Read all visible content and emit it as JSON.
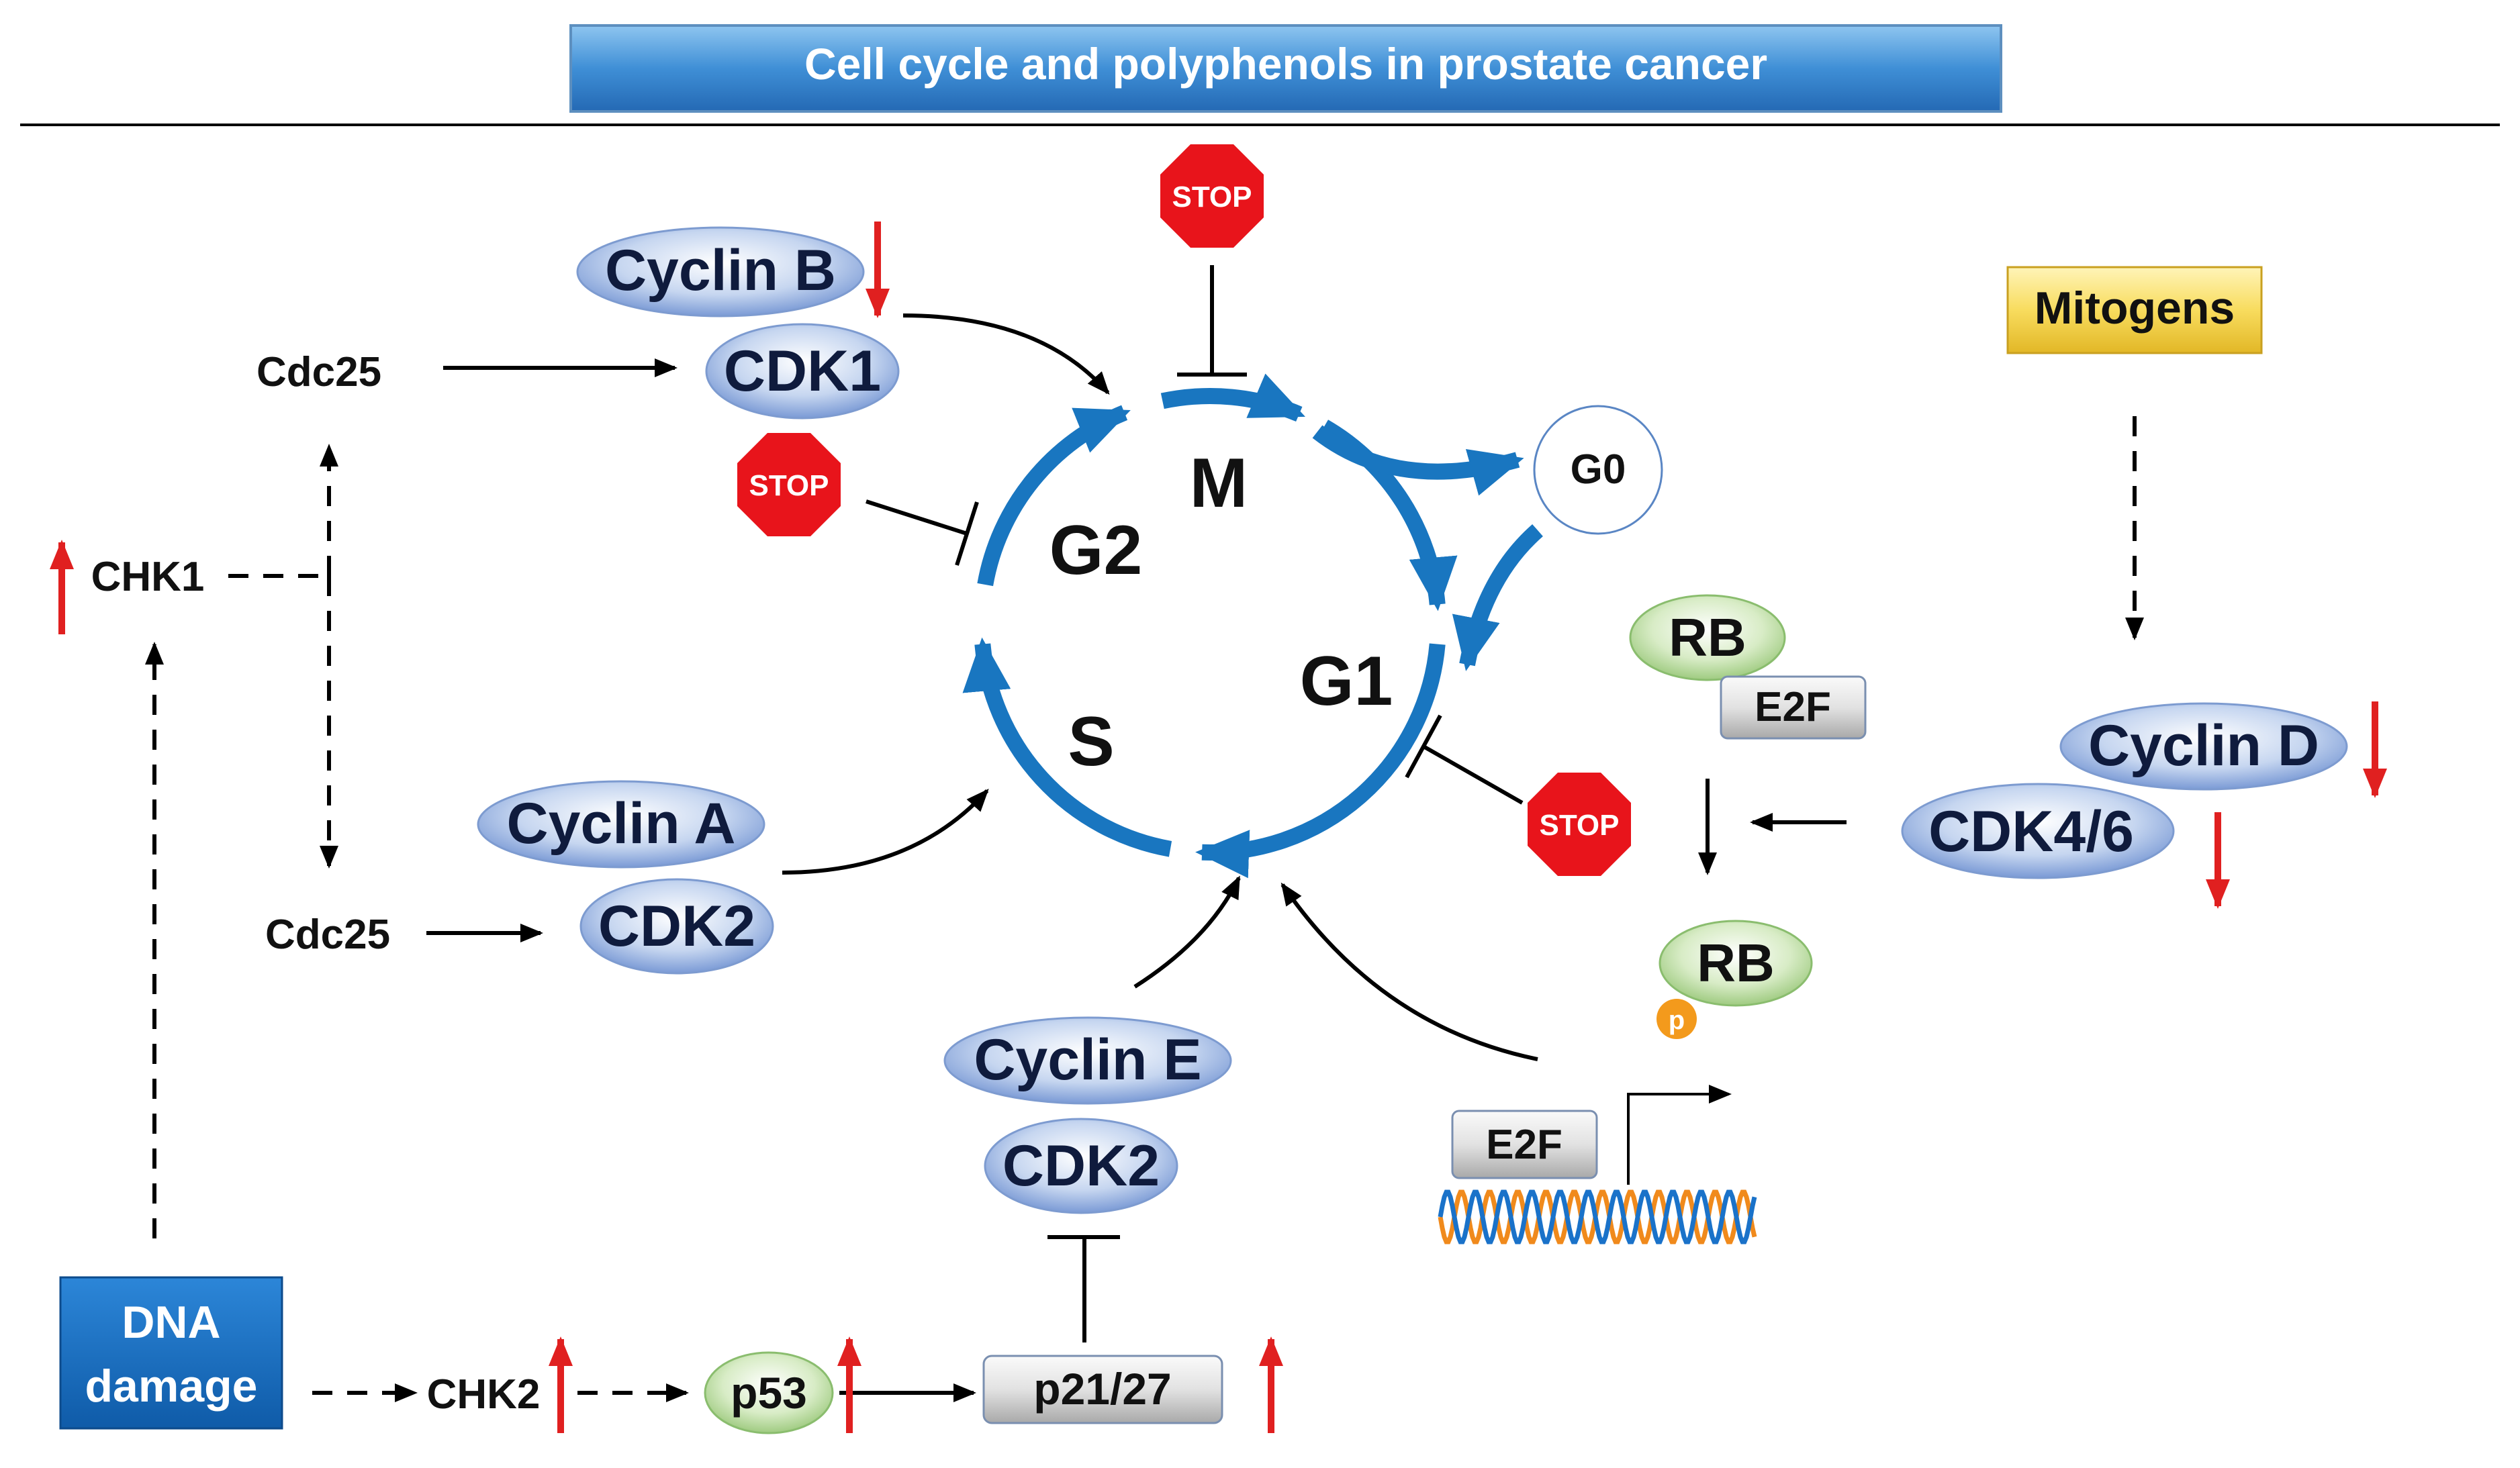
{
  "title": "Cell cycle and polyphenols in prostate cancer",
  "phases": {
    "m": "M",
    "g2": "G2",
    "s": "S",
    "g1": "G1",
    "g0": "G0"
  },
  "proteins": {
    "cyclin_b": "Cyclin B",
    "cdk1": "CDK1",
    "cyclin_a": "Cyclin A",
    "cdk2_a": "CDK2",
    "cyclin_e": "Cyclin E",
    "cdk2_e": "CDK2",
    "cyclin_d": "Cyclin D",
    "cdk46": "CDK4/6",
    "rb_top": "RB",
    "e2f_top": "E2F",
    "rb_bottom": "RB",
    "phospho": "p",
    "e2f_dna": "E2F",
    "p53": "p53",
    "p2127": "p21/27"
  },
  "signals": {
    "cdc25_top": "Cdc25",
    "cdc25_bottom": "Cdc25",
    "chk1": "CHK1",
    "chk2": "CHK2",
    "mitogens": "Mitogens",
    "dna_damage_line1": "DNA",
    "dna_damage_line2": "damage"
  },
  "stop_label": "STOP",
  "colors": {
    "cycle_blue": "#1976c0",
    "arrow_red": "#e02020",
    "stop_red": "#e8141b",
    "oval_blue": "#8fb0e0",
    "oval_green": "#b9dc9e",
    "mitogens_yellow": "#f5d75a",
    "dna_blue": "#1a72c9",
    "dna_orange": "#f08a1c"
  }
}
